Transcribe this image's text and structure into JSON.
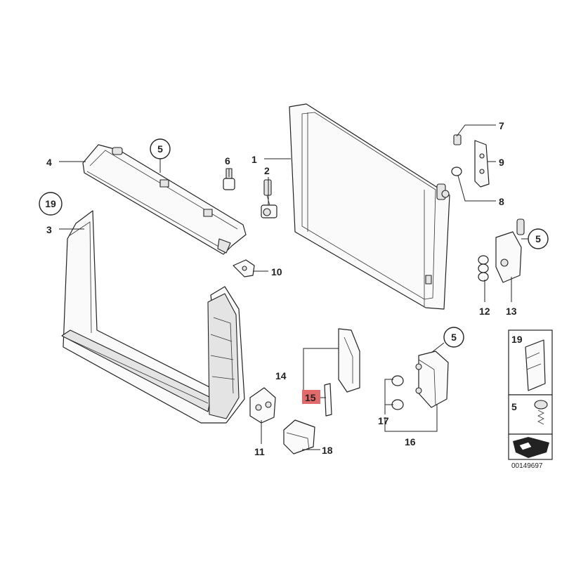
{
  "callouts": {
    "c1": "1",
    "c2": "2",
    "c3": "3",
    "c4": "4",
    "c5a": "5",
    "c5b": "5",
    "c5c": "5",
    "c6": "6",
    "c7": "7",
    "c8": "8",
    "c9": "9",
    "c10": "10",
    "c11": "11",
    "c12": "12",
    "c13": "13",
    "c14": "14",
    "c15": "15",
    "c16": "16",
    "c17": "17",
    "c18": "18",
    "c19": "19"
  },
  "legend": {
    "item_a": "19",
    "item_b": "5"
  },
  "catalog_number": "00149697",
  "colors": {
    "highlight": "#e36a6a",
    "ink": "#222222"
  }
}
